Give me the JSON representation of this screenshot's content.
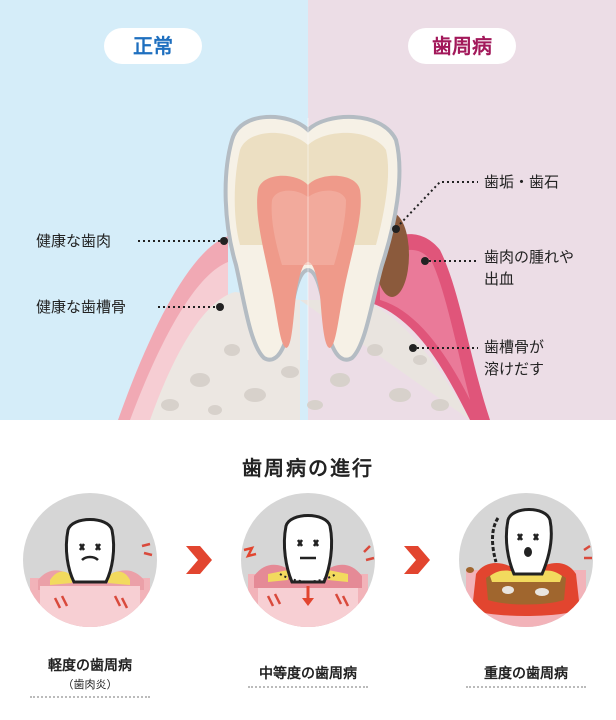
{
  "top": {
    "normal_title": "正常",
    "disease_title": "歯周病",
    "colors": {
      "normal_bg": "#d5edf9",
      "disease_bg": "#ecdde6",
      "normal_title": "#1e6fbf",
      "disease_title": "#a2185a"
    },
    "left_labels": [
      "健康な歯肉",
      "健康な歯槽骨"
    ],
    "right_labels": [
      {
        "lines": [
          "歯垢・歯石"
        ]
      },
      {
        "lines": [
          "歯肉の腫れや",
          "出血"
        ]
      },
      {
        "lines": [
          "歯槽骨が",
          "溶けだす"
        ]
      }
    ]
  },
  "progress": {
    "title": "歯周病の進行",
    "stages": [
      {
        "name": "軽度の歯周病",
        "sub": "（歯肉炎）"
      },
      {
        "name": "中等度の歯周病",
        "sub": ""
      },
      {
        "name": "重度の歯周病",
        "sub": ""
      }
    ],
    "arrow_color": "#e2452f"
  }
}
